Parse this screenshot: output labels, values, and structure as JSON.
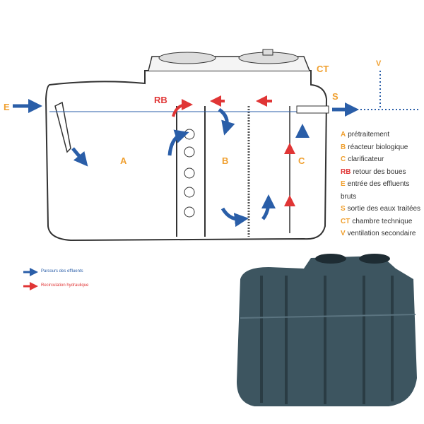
{
  "labels": {
    "E": "E",
    "A": "A",
    "B": "B",
    "C": "C",
    "RB": "RB",
    "CT": "CT",
    "S": "S",
    "V": "V"
  },
  "legend": [
    {
      "key": "A",
      "text": "prétraitement"
    },
    {
      "key": "B",
      "text": "réacteur biologique"
    },
    {
      "key": "C",
      "text": "clarificateur"
    },
    {
      "key": "RB",
      "text": "retour des boues"
    },
    {
      "key": "E",
      "text": "entrée des effluents bruts"
    },
    {
      "key": "S",
      "text": "sortie des eaux traitées"
    },
    {
      "key": "CT",
      "text": "chambre technique"
    },
    {
      "key": "V",
      "text": "ventilation secondaire"
    }
  ],
  "arrow_legend": {
    "blue": "Parcours des effluents",
    "red": "Recirculation hydraulique"
  },
  "colors": {
    "blue": "#2a5ea8",
    "red": "#e03535",
    "orange": "#f0a030",
    "tank": "#3d5560"
  }
}
